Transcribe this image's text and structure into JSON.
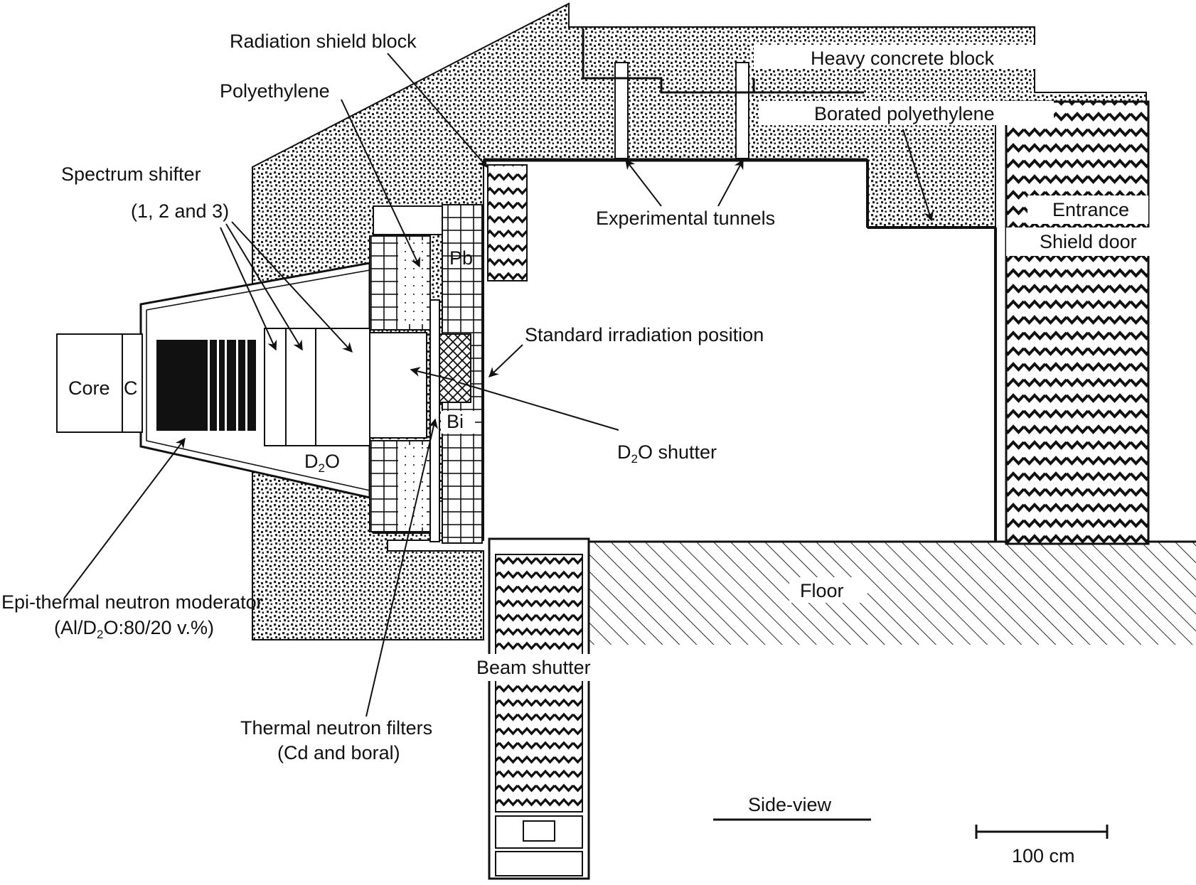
{
  "diagram": {
    "view_label": "Side-view",
    "scale_label": "100 cm",
    "labels": {
      "radiation_shield_block": "Radiation shield block",
      "polyethylene": "Polyethylene",
      "heavy_concrete_block": "Heavy concrete block",
      "borated_polyethylene": "Borated polyethylene",
      "spectrum_shifter": "Spectrum shifter",
      "spectrum_shifter_numbers": "(1, 2 and 3)",
      "experimental_tunnels": "Experimental tunnels",
      "entrance": "Entrance",
      "shield_door": "Shield door",
      "pb": "Pb",
      "standard_irradiation_position": "Standard irradiation position",
      "core": "Core",
      "c": "C",
      "bi": "Bi",
      "d2o_lead": "D",
      "d2o_sub": "2",
      "d2o_tail": "O",
      "d2o_shutter_lead": "D",
      "d2o_shutter_sub": "2",
      "d2o_shutter_tail": "O shutter",
      "floor": "Floor",
      "epithermal_moderator": "Epi-thermal neutron moderator",
      "moderator_comp_lead": "(Al/D",
      "moderator_comp_sub": "2",
      "moderator_comp_tail": "O:80/20 v.%)",
      "beam_shutter": "Beam shutter",
      "thermal_filters": "Thermal neutron filters",
      "thermal_filters_materials": "(Cd and boral)"
    }
  }
}
